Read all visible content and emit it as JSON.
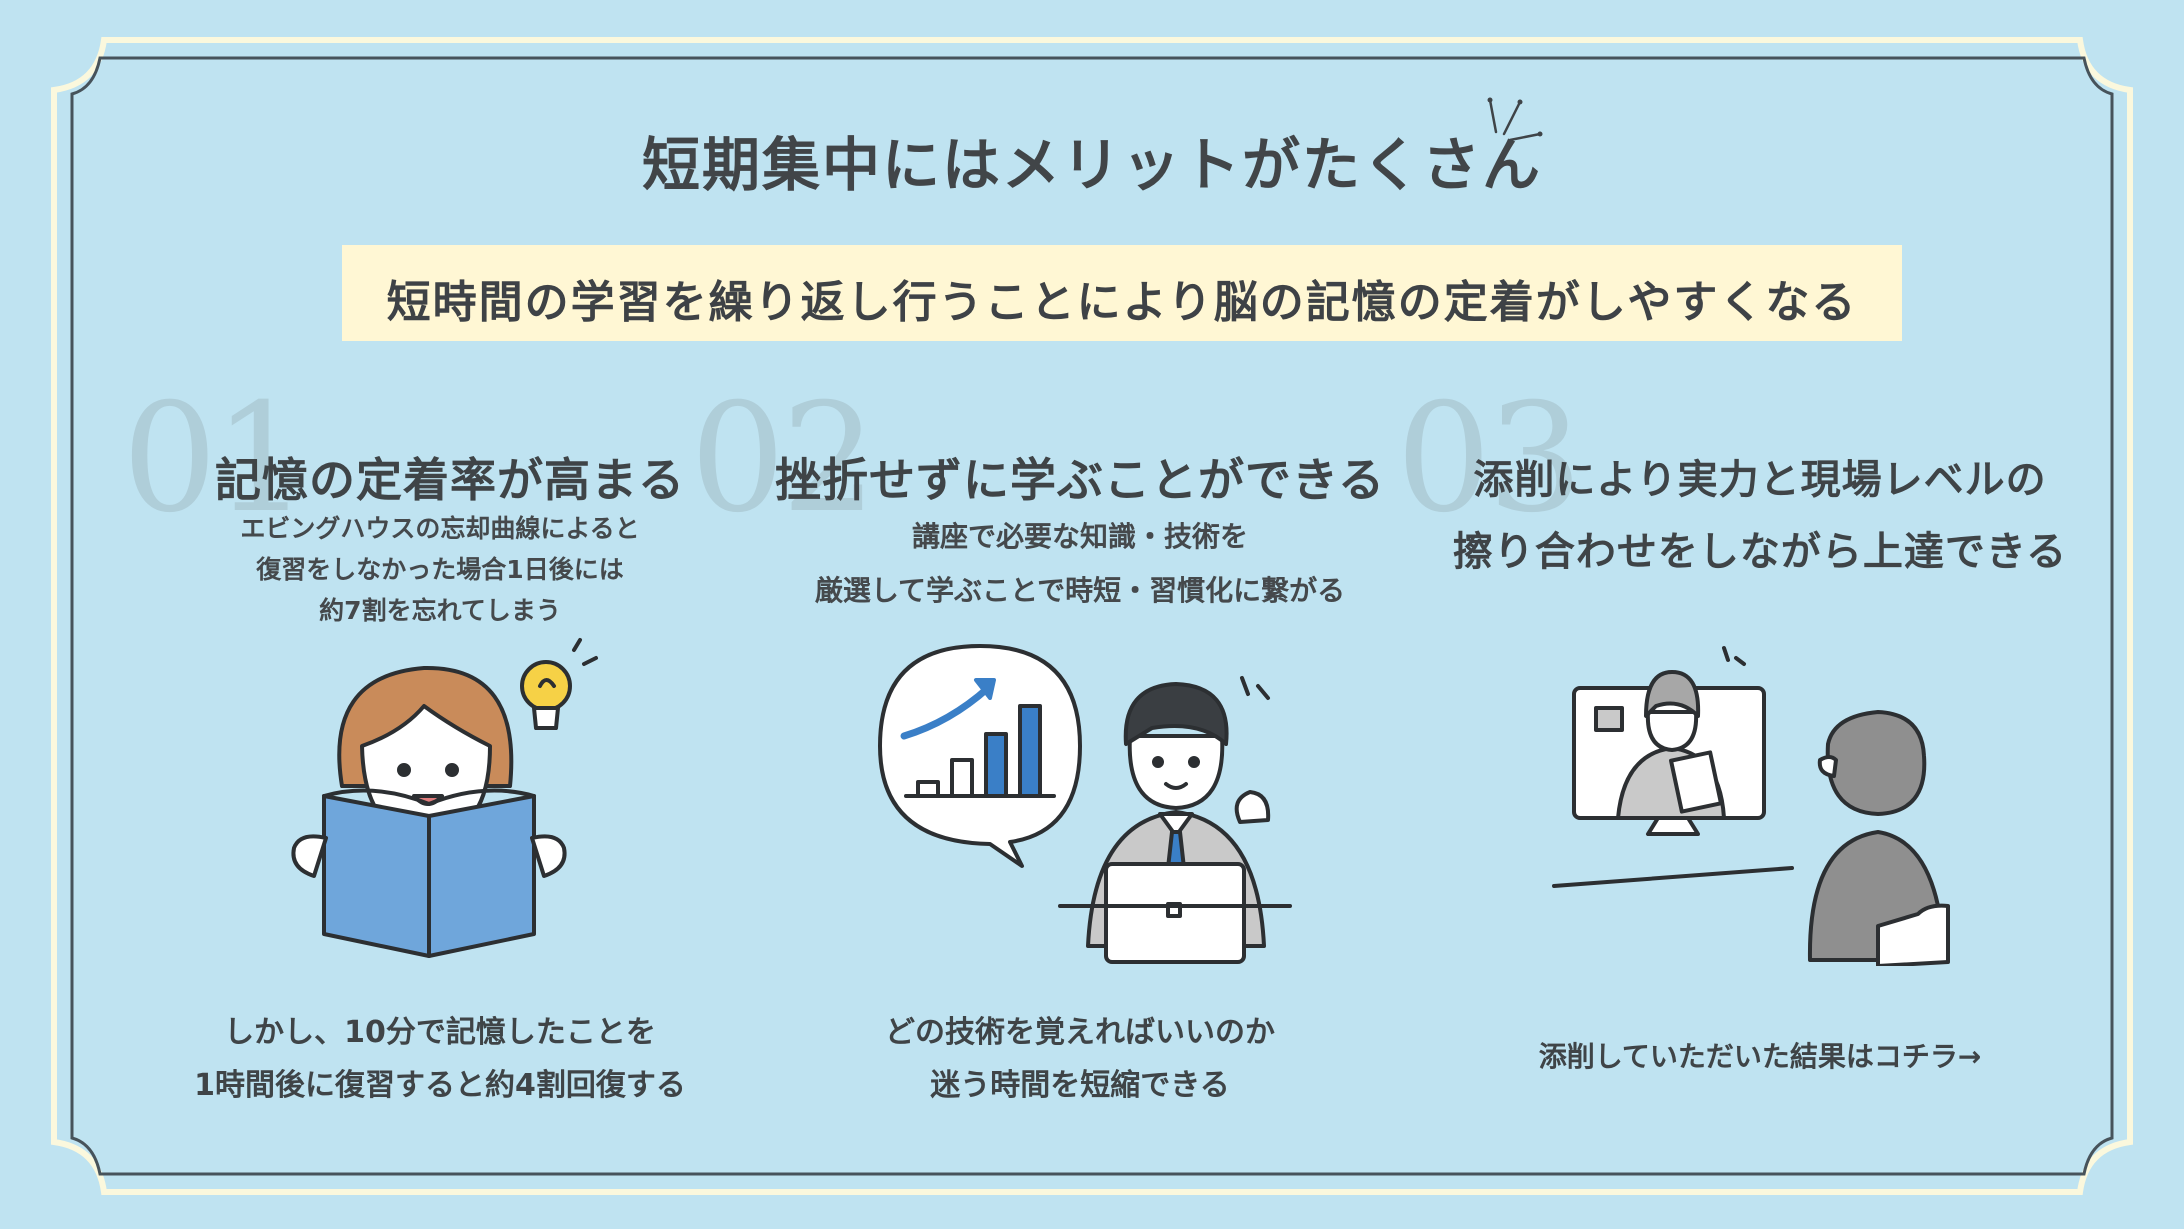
{
  "title": "短期集中にはメリットがたくさん",
  "subtitle": "短時間の学習を繰り返し行うことにより脳の記憶の定着がしやすくなる",
  "colors": {
    "background": "#bfe3f1",
    "frame_line": "#47535b",
    "frame_outer": "#fbf8dd",
    "highlight": "#fff7d4",
    "accent_blue": "#3a7fc7"
  },
  "columns": [
    {
      "number": "01",
      "title": "記憶の定着率が高まる",
      "description": [
        "エビングハウスの忘却曲線によると",
        "復習をしなかった場合1日後には",
        "約7割を忘れてしまう"
      ],
      "footer": [
        "しかし、10分で記憶したことを",
        "1時間後に復習すると約4割回復する"
      ],
      "illustration": "student-reading-book-icon"
    },
    {
      "number": "02",
      "title": "挫折せずに学ぶことができる",
      "description": [
        "講座で必要な知識・技術を",
        "厳選して学ぶことで時短・習慣化に繋がる"
      ],
      "footer": [
        "どの技術を覚えればいいのか",
        "迷う時間を短縮できる"
      ],
      "illustration": "businessman-laptop-growth-chart-icon"
    },
    {
      "number": "03",
      "title": [
        "添削により実力と現場レベルの",
        "擦り合わせをしながら上達できる"
      ],
      "description": [],
      "footer": [
        "添削していただいた結果はコチラ→"
      ],
      "illustration": "video-call-review-icon"
    }
  ]
}
